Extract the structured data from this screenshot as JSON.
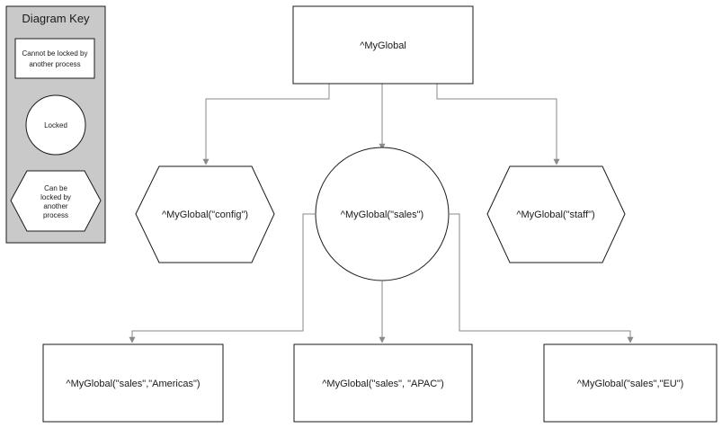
{
  "key": {
    "title": "Diagram Key",
    "rect_line1": "Cannot be locked by",
    "rect_line2": "another process",
    "circle_label": "Locked",
    "hex_line1": "Can be",
    "hex_line2": "locked by",
    "hex_line3": "another",
    "hex_line4": "process"
  },
  "nodes": {
    "root": "^MyGlobal",
    "config": "^MyGlobal(\"config\")",
    "sales": "^MyGlobal(\"sales\")",
    "staff": "^MyGlobal(\"staff\")",
    "americas": "^MyGlobal(\"sales\",\"Americas\")",
    "apac": "^MyGlobal(\"sales\", \"APAC\")",
    "eu": "^MyGlobal(\"sales\",\"EU\")"
  },
  "colors": {
    "key_fill": "#c9c9c9",
    "stroke": "#1a1a1a",
    "connector": "#8a8a8a"
  }
}
